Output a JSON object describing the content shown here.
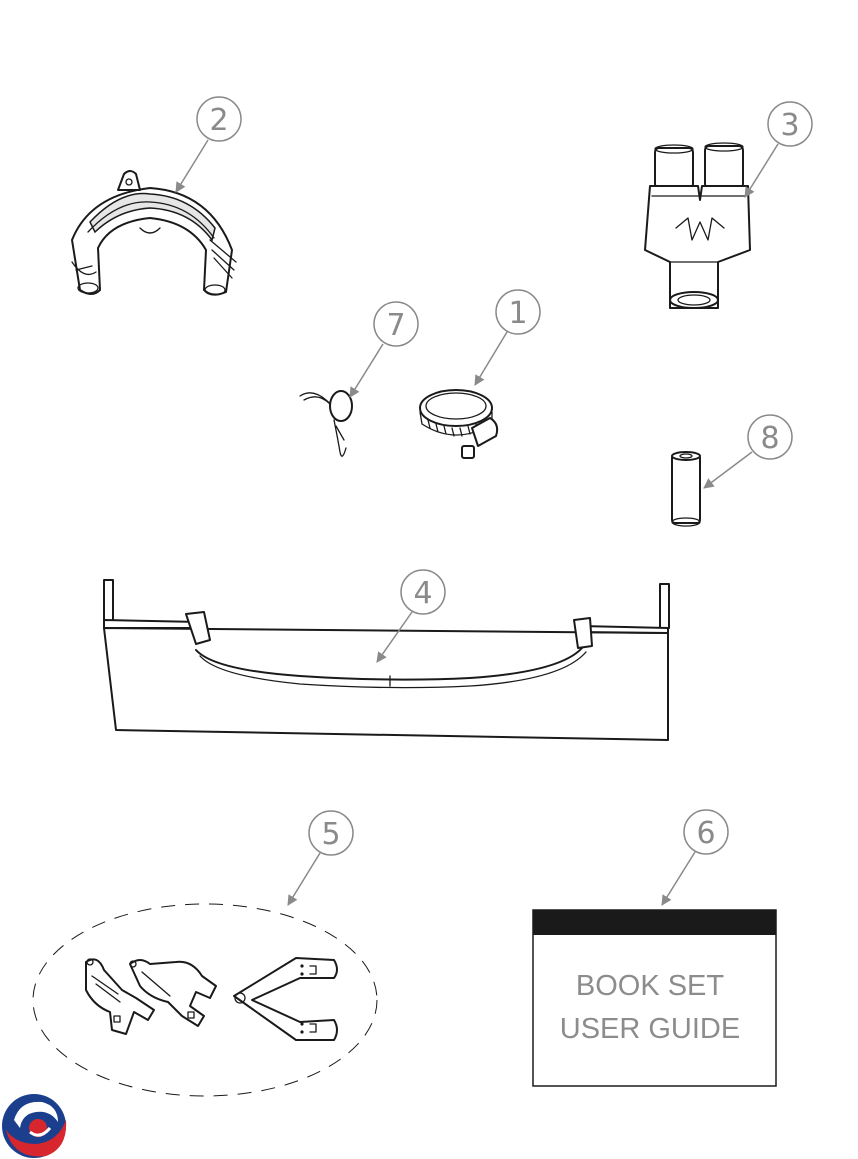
{
  "callouts": [
    {
      "id": "1",
      "label": "1"
    },
    {
      "id": "2",
      "label": "2"
    },
    {
      "id": "3",
      "label": "3"
    },
    {
      "id": "4",
      "label": "4"
    },
    {
      "id": "5",
      "label": "5"
    },
    {
      "id": "6",
      "label": "6"
    },
    {
      "id": "7",
      "label": "7"
    },
    {
      "id": "8",
      "label": "8"
    }
  ],
  "book": {
    "line1": "BOOK SET",
    "line2": "USER GUIDE"
  },
  "colors": {
    "callout_text": "#8a8a8a",
    "ink": "#1a1a1a",
    "logo_blue": "#1b3f8c",
    "logo_red": "#d7262e"
  },
  "icons": [
    "hose-clamp-icon",
    "saddle-clamp-icon",
    "y-connector-icon",
    "gutter-tray-icon",
    "bracket-set-icon",
    "user-guide-book-icon",
    "lanyard-pin-icon",
    "tube-spacer-icon",
    "brand-logo-icon"
  ]
}
